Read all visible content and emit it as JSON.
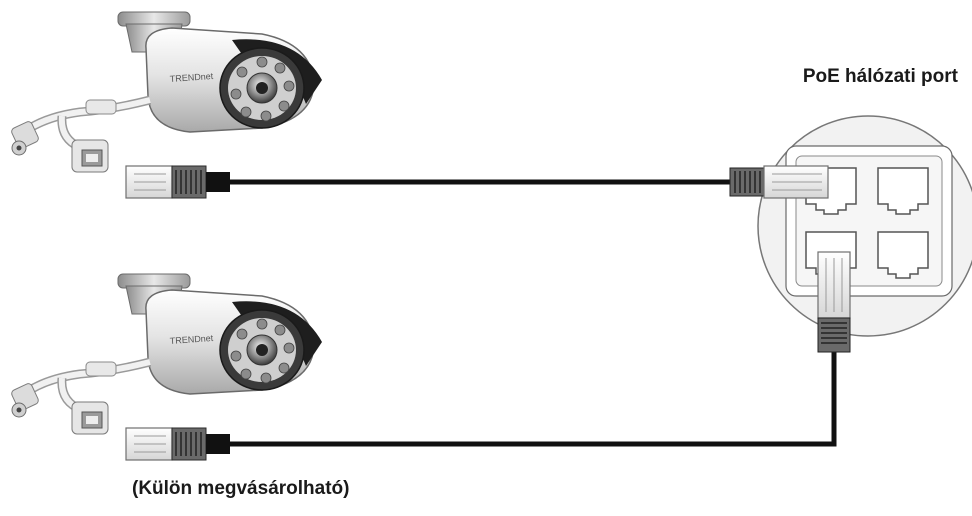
{
  "labels": {
    "poe_port": "PoE hálózati port",
    "purchase_note": "(Külön megvásárolható)"
  },
  "cameras": [
    {
      "brand": "TRENDnet"
    },
    {
      "brand": "TRENDnet"
    }
  ],
  "switch": {
    "port_count": 4
  }
}
